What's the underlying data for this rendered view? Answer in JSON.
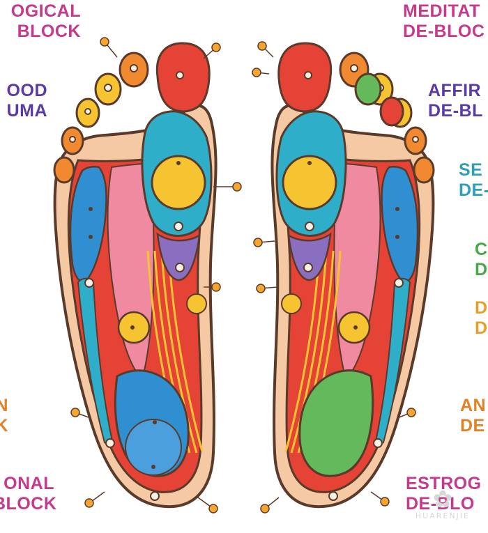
{
  "labels": {
    "l1": {
      "line1": "OGICAL",
      "line2": "BLOCK",
      "color": "#c53a8c"
    },
    "l2": {
      "line1": "OOD",
      "line2": "UMA",
      "color": "#5a3aa6"
    },
    "l3": {
      "line1": "N",
      "line2": "K",
      "color": "#e28226"
    },
    "l4": {
      "line1": "ONAL",
      "line2": "BLOCK",
      "color": "#c53a8c"
    },
    "r1": {
      "line1": "MEDITAT",
      "line2": "DE-BLOC",
      "color": "#c53a8c"
    },
    "r2": {
      "line1": "AFFIR",
      "line2": "DE-BL",
      "color": "#5a3aa6"
    },
    "r3": {
      "line1": "SE",
      "line2": "DE-",
      "color": "#2e9fb5"
    },
    "r4": {
      "line1": "C",
      "line2": "D",
      "color": "#48a748"
    },
    "r5": {
      "line1": "D",
      "line2": "D",
      "color": "#e2a026"
    },
    "r6": {
      "line1": "AN",
      "line2": "DE",
      "color": "#e28226"
    },
    "r7": {
      "line1": "ESTROG",
      "line2": "DE-BLO",
      "color": "#c53a8c"
    }
  },
  "watermark": {
    "text": "HUARENJIE"
  },
  "colors": {
    "red": "#e54335",
    "orange": "#f0892f",
    "yellow": "#f6c431",
    "teal": "#2eaec9",
    "blue": "#2f8fd0",
    "pink": "#f08aa0",
    "purple": "#8a6fc0",
    "green": "#64b95a",
    "skin": "#f4c9a3",
    "outline": "#5a3a2a"
  }
}
